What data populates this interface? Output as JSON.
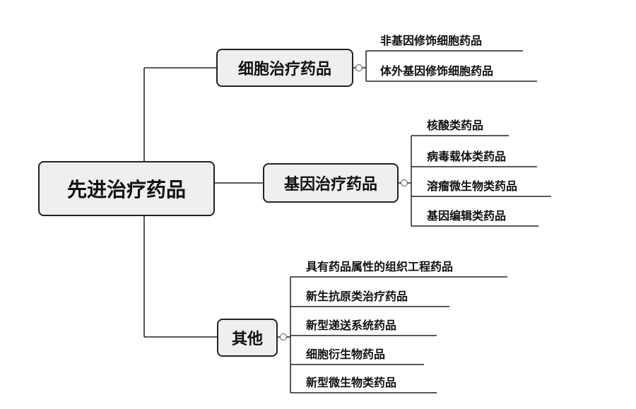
{
  "root": {
    "label": "先进治疗药品"
  },
  "branches": [
    {
      "label": "细胞治疗药品",
      "children": [
        "非基因修饰细胞药品",
        "体外基因修饰细胞药品"
      ]
    },
    {
      "label": "基因治疗药品",
      "children": [
        "核酸类药品",
        "病毒载体类药品",
        "溶瘤微生物类药品",
        "基因编辑类药品"
      ]
    },
    {
      "label": "其他",
      "children": [
        "具有药品属性的组织工程药品",
        "新生抗原类治疗药品",
        "新型递送系统药品",
        "细胞衍生物药品",
        "新型微生物类药品"
      ]
    }
  ]
}
